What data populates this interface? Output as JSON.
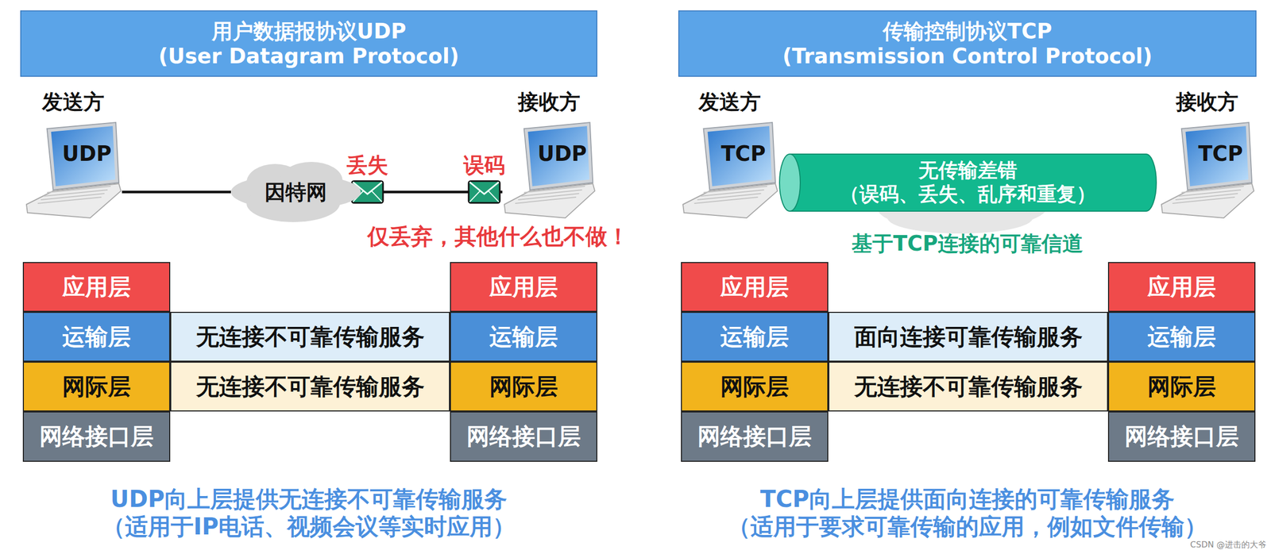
{
  "diagram": {
    "nodes": [
      {
        "text": [
          "用户数据报协议UDP",
          "(User Datagram Protocol)"
        ]
      },
      {
        "text": [
          "发送方",
          "UDP"
        ]
      },
      {
        "text": [
          "因特网"
        ]
      },
      {
        "text": [
          "接收方",
          "UDP"
        ]
      },
      {
        "text": [
          "应用层"
        ]
      },
      {
        "text": [
          "运输层"
        ]
      },
      {
        "text": [
          "网际层"
        ]
      },
      {
        "text": [
          "网络接口层"
        ]
      },
      {
        "text": [
          "无连接不可靠传输服务"
        ]
      },
      {
        "text": [
          "无连接不可靠传输服务"
        ]
      },
      {
        "text": [
          "应用层"
        ]
      },
      {
        "text": [
          "运输层"
        ]
      },
      {
        "text": [
          "网际层"
        ]
      },
      {
        "text": [
          "网络接口层"
        ]
      },
      {
        "text": [
          "传输控制协议TCP",
          "(Transmission Control Protocol)"
        ]
      },
      {
        "text": [
          "发送方",
          "TCP"
        ]
      },
      {
        "text": [
          "无传输差错",
          "（误码、丢失、乱序和重复）"
        ]
      },
      {
        "text": [
          "接收方",
          "TCP"
        ]
      },
      {
        "text": [
          "应用层"
        ]
      },
      {
        "text": [
          "运输层"
        ]
      },
      {
        "text": [
          "网际层"
        ]
      },
      {
        "text": [
          "网络接口层"
        ]
      },
      {
        "text": [
          "面向连接可靠传输服务"
        ]
      },
      {
        "text": [
          "无连接不可靠传输服务"
        ]
      },
      {
        "text": [
          "应用层"
        ]
      },
      {
        "text": [
          "运输层"
        ]
      },
      {
        "text": [
          "网际层"
        ]
      },
      {
        "text": [
          "网络接口层"
        ]
      }
    ],
    "edges": [
      {
        "from": 1,
        "to": 2,
        "arrow": "none"
      },
      {
        "from": 2,
        "to": 3,
        "arrow": "none"
      }
    ],
    "labels": [
      "丢失",
      "误码",
      "仅丢弃，其他什么也不做！",
      "UDP向上层提供无连接不可靠传输服务",
      "（适用于IP电话、视频会议等实时应用）",
      "基于TCP连接的可靠信道",
      "TCP向上层提供面向连接的可靠传输服务",
      "（适用于要求可靠传输的应用，例如文件传输）",
      "CSDN @进击的大爷"
    ]
  }
}
